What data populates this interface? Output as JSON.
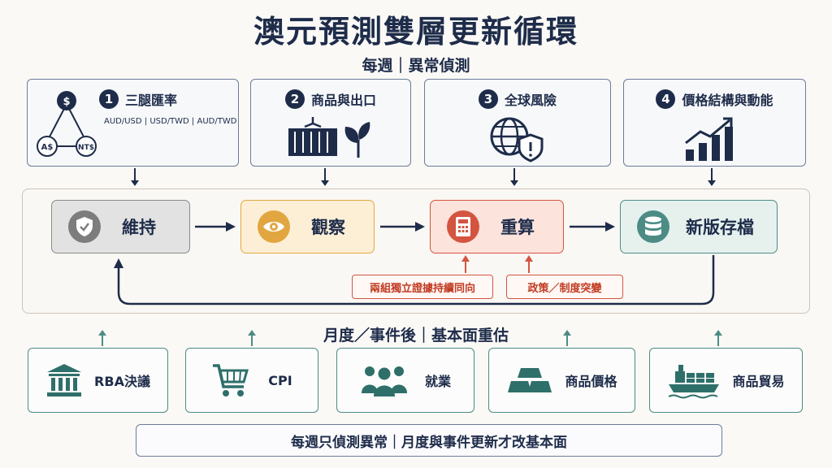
{
  "title": "澳元預測雙層更新循環",
  "weekly_label": "每週｜異常偵測",
  "sources": [
    {
      "num": "1",
      "label": "三腿匯率",
      "detail": "AUD/USD | USD/TWD | AUD/TWD",
      "icon": "currency-triangle-icon",
      "nodes": [
        "$",
        "A$",
        "NT$"
      ]
    },
    {
      "num": "2",
      "label": "商品與出口",
      "icon": "container-plant-icon"
    },
    {
      "num": "3",
      "label": "全球風險",
      "icon": "globe-shield-icon"
    },
    {
      "num": "4",
      "label": "價格結構與動能",
      "icon": "bar-chart-up-icon"
    }
  ],
  "stages": [
    {
      "label": "維持",
      "icon": "shield-check-icon",
      "color": "#e2e2e2",
      "border": "#8a8a8a",
      "icon_bg": "#7d7d7d"
    },
    {
      "label": "觀察",
      "icon": "eye-icon",
      "color": "#fdefd6",
      "border": "#e2a640",
      "icon_bg": "#e2a640"
    },
    {
      "label": "重算",
      "icon": "calculator-icon",
      "color": "#fce3dc",
      "border": "#d35540",
      "icon_bg": "#d35540"
    },
    {
      "label": "新版存檔",
      "icon": "database-icon",
      "color": "#e6f1ee",
      "border": "#4c8c85",
      "icon_bg": "#4c8c85"
    }
  ],
  "triggers": [
    "兩組獨立證據持續同向",
    "政策／制度突變"
  ],
  "monthly_label": "月度／事件後｜基本面重估",
  "fundamentals": [
    {
      "label": "RBA決議",
      "icon": "bank-icon"
    },
    {
      "label": "CPI",
      "icon": "shopping-cart-icon"
    },
    {
      "label": "就業",
      "icon": "people-icon"
    },
    {
      "label": "商品價格",
      "icon": "gold-bars-icon"
    },
    {
      "label": "商品貿易",
      "icon": "cargo-ship-icon"
    }
  ],
  "footer": "每週只偵測異常｜月度與事件更新才改基本面",
  "colors": {
    "navy": "#1e2c4a",
    "teal": "#4c8c85",
    "red": "#d35540",
    "amber": "#e2a640"
  }
}
